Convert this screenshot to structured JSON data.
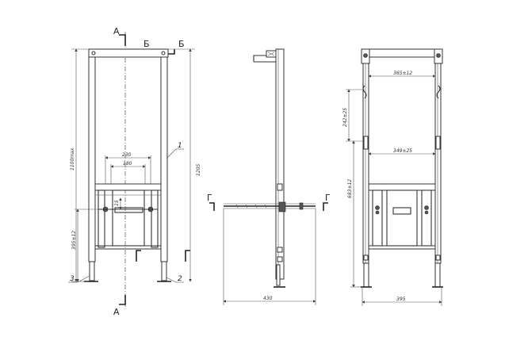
{
  "section_marks": {
    "a_top": "А",
    "a_bottom": "А",
    "b_left": "Б",
    "b_right": "Б",
    "g_left": "Г",
    "g_right": "Г"
  },
  "callouts": {
    "one": "1",
    "two": "2",
    "three": "3"
  },
  "front_view": {
    "dim_overall_height": "1100max",
    "dim_height_frame": "1205",
    "dim_top_width": "230",
    "dim_inner_width": "180",
    "dim_small_vertical": "15",
    "dim_lower_height": "395±12"
  },
  "side_view": {
    "dim_depth": "430"
  },
  "back_view": {
    "dim_upper_width": "365±12",
    "dim_mid_width": "349±25",
    "dim_upper_height": "242±25",
    "dim_mid_height": "683±12",
    "dim_base_width": "395"
  }
}
